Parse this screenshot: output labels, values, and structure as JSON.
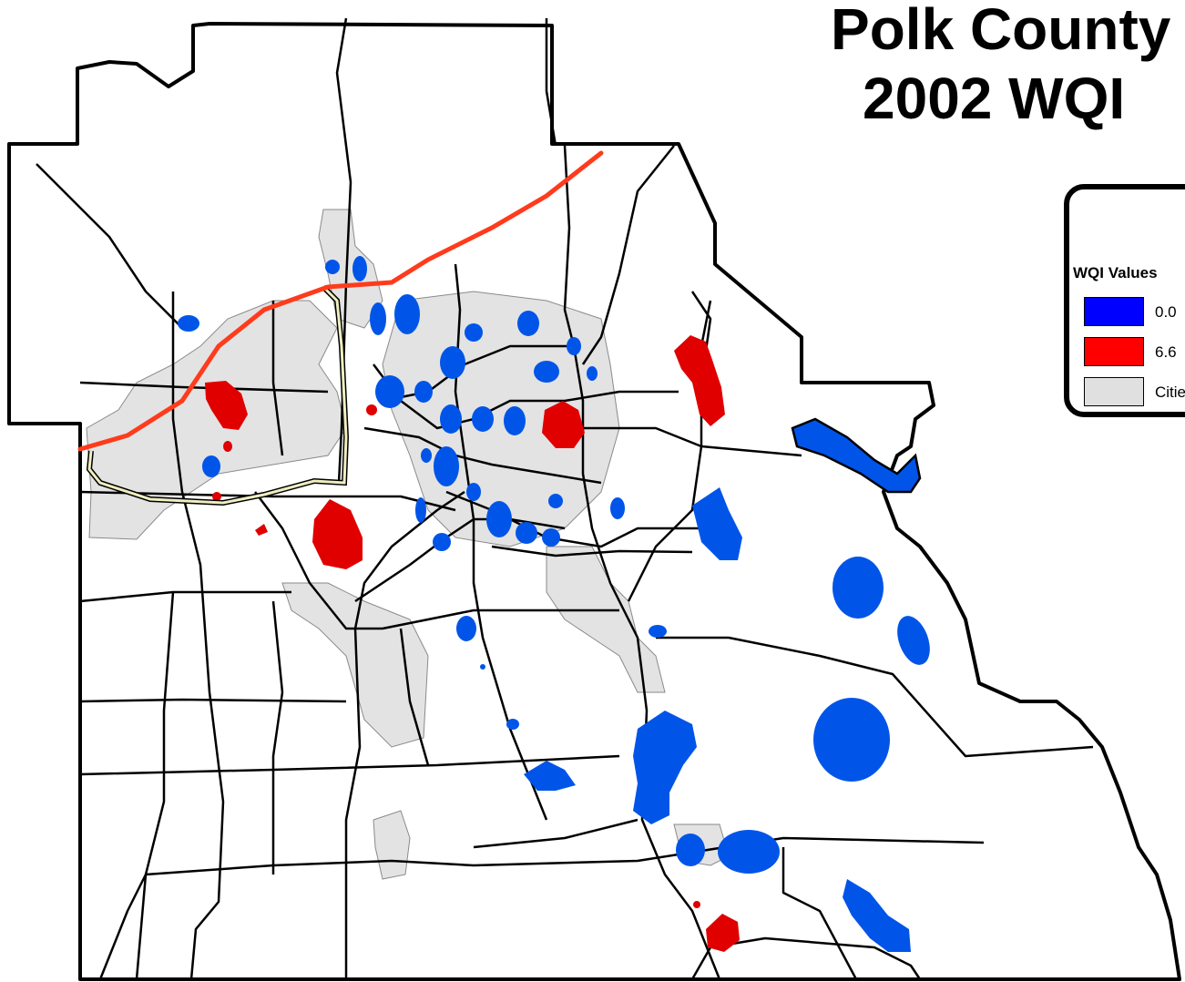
{
  "title": {
    "line1": "Polk County",
    "line2": "2002 WQI"
  },
  "legend": {
    "heading": "WQI Values",
    "items": [
      {
        "label": "0.0",
        "color": "#0000ff",
        "icon": "swatch-good"
      },
      {
        "label": "6.6",
        "color": "#ff0000",
        "icon": "swatch-poor"
      },
      {
        "label": "Cities",
        "color": "#e0e0e0",
        "icon": "swatch-city"
      }
    ]
  },
  "colors": {
    "lake_good": "#0055e8",
    "lake_poor": "#e00000",
    "city": "#e3e3e3",
    "interstate": "#ff3b1c",
    "beltway": "#f0eec0",
    "roads": "#000000",
    "boundary": "#000000"
  }
}
